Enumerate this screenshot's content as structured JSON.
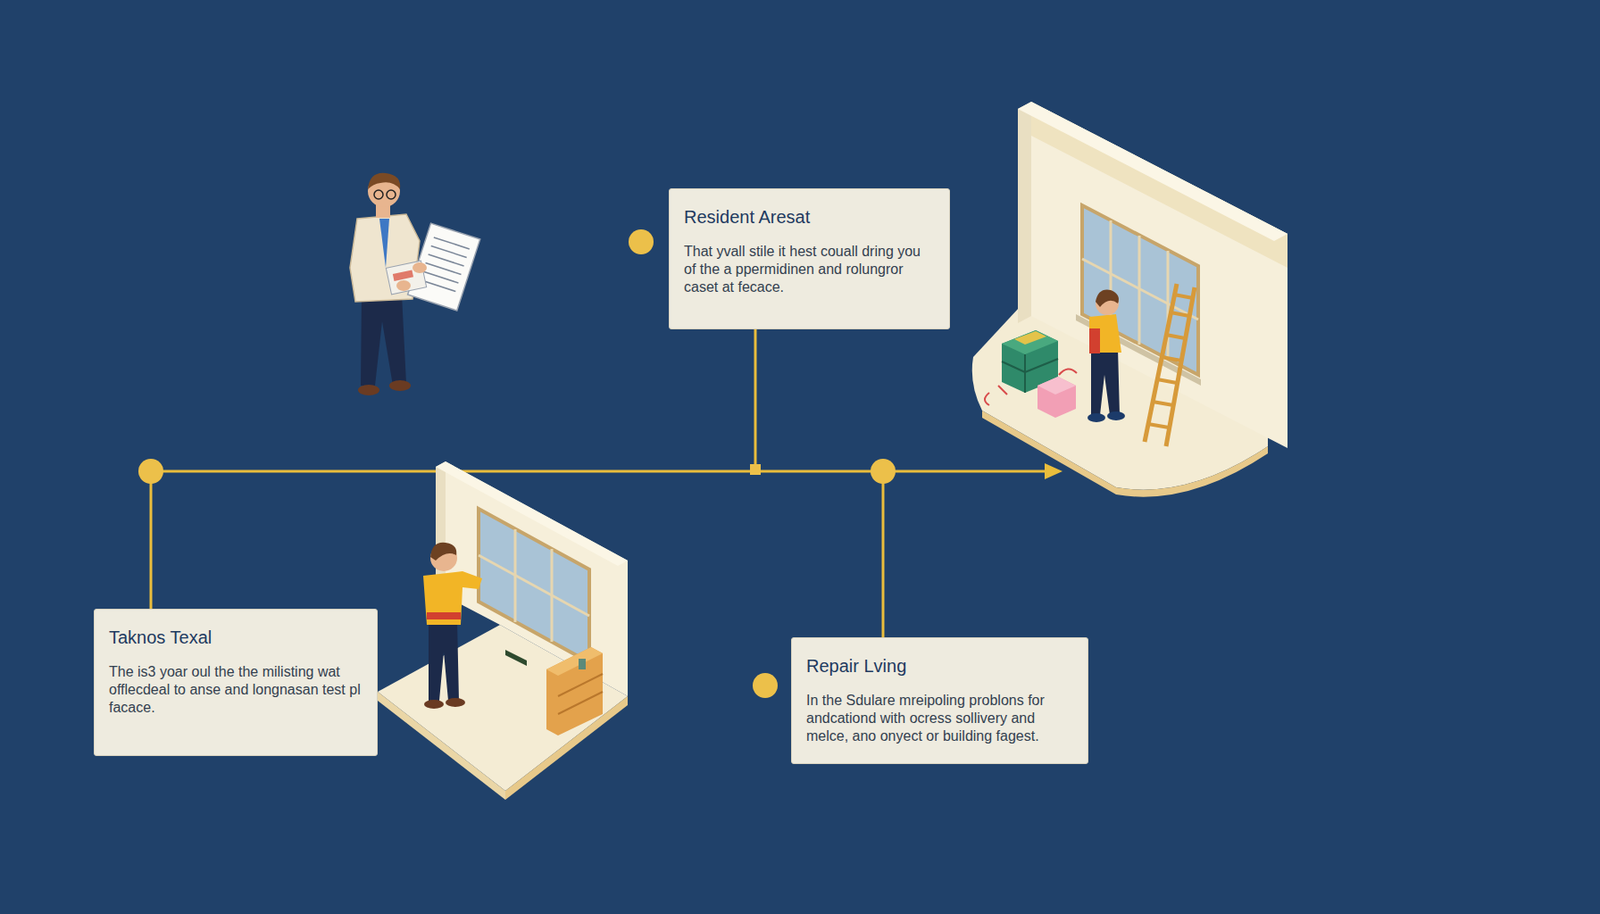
{
  "diagram": {
    "nodes": [
      {
        "text": [
          "Resident Aresat",
          "That yvall stile it hest couall dring you of the a ppermidinen and rolungror caset at fecace."
        ]
      },
      {
        "text": [
          "Taknos Texal",
          "The is3 yoar oul the the milisting wat offlecdeal to anse and longnasan test pl facace."
        ]
      },
      {
        "text": [
          "Repair Lving",
          "In the Sdulare mreipoling problons for andcationd with ocress sollivery and melce, ano onyect or building fagest."
        ]
      }
    ]
  }
}
